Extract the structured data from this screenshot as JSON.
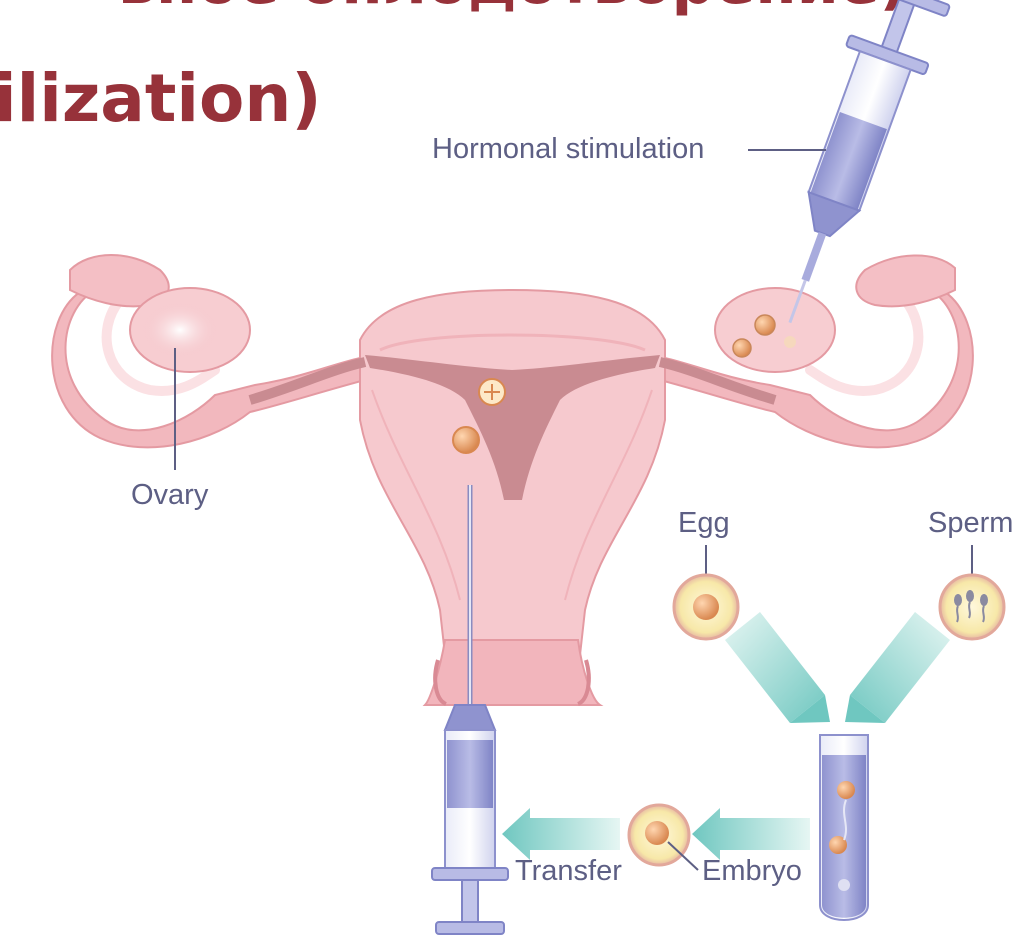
{
  "title": {
    "line1": "ьное оплодотворение)",
    "line2": "ilization)"
  },
  "labels": {
    "hormonal": "Hormonal stimulation",
    "ovary": "Ovary",
    "egg": "Egg",
    "sperm": "Sperm",
    "transfer": "Transfer",
    "embryo": "Embryo"
  },
  "colors": {
    "title": "#97323a",
    "label": "#5d5f84",
    "tissue": "#f3c4c9",
    "cavity": "#c98b91",
    "syringe": "#9fa3d6",
    "arrow": "#73cbc4",
    "cell": "#fbefb8"
  }
}
